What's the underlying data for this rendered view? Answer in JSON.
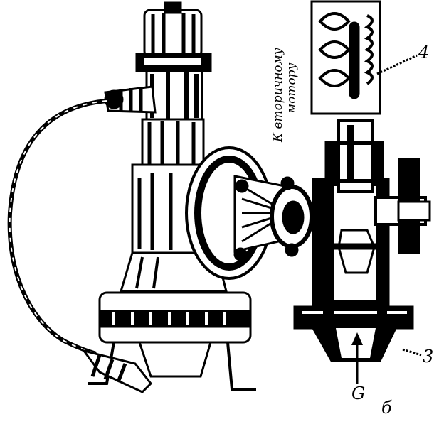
{
  "labels": {
    "part_4": "4",
    "part_3": "3",
    "flow_letter": "G",
    "view_letter": "б",
    "note_line1": "К вторичному",
    "note_line2": "мотору"
  },
  "colors": {
    "ink": "#000000",
    "paper": "#ffffff"
  }
}
